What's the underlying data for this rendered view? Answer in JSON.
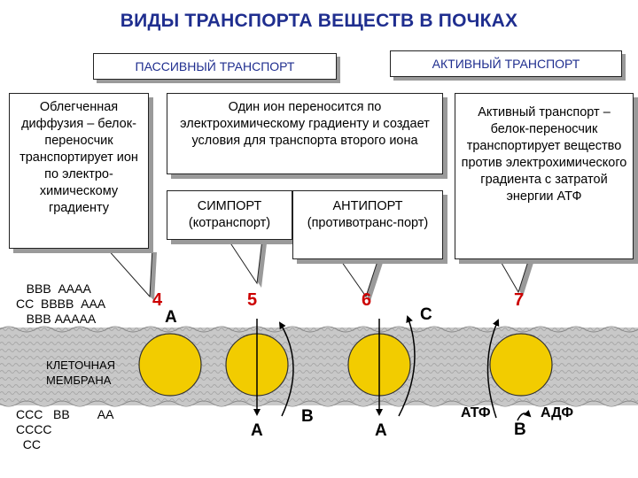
{
  "title": "ВИДЫ ТРАНСПОРТА ВЕЩЕСТВ В ПОЧКАХ",
  "headers": {
    "passive": "ПАССИВНЫЙ ТРАНСПОРТ",
    "active": "АКТИВНЫЙ ТРАНСПОРТ"
  },
  "boxes": {
    "facilitated": "Облегченная диффузия – белок-переносчик транспортирует ион по электро-химическому градиенту",
    "cotransport": "Один ион переносится по электрохимическому градиенту и создает условия для транспорта второго иона",
    "symport": "СИМПОРТ (котранспорт)",
    "antiport": "АНТИПОРТ (противотранс-порт)",
    "active": "Активный транспорт – белок-переносчик транспортирует вещество против электрохимического градиента с затратой энергии АТФ"
  },
  "membrane": {
    "label": "КЛЕТОЧНАЯ\nМЕМБРАНА"
  },
  "particles": {
    "top_left": "   ВВВ  АААА\nСС  ВВВВ  ААА\n   ВВВ ААААА",
    "bottom_left": "ССС   ВВ        АА\nСССС\n  СС"
  },
  "numbers": {
    "n4": "4",
    "n5": "5",
    "n6": "6",
    "n7": "7"
  },
  "letters": {
    "a4": "А",
    "a5": "А",
    "b6": "В",
    "a6": "А",
    "c6": "С",
    "b7": "В"
  },
  "energy": {
    "atp": "АТФ",
    "adp": "АДФ"
  },
  "colors": {
    "title": "#1f2e8f",
    "number": "#cc0000",
    "protein": "#f2cc00",
    "membrane": "#c8c8c8",
    "shadow": "#9a9a9a"
  }
}
